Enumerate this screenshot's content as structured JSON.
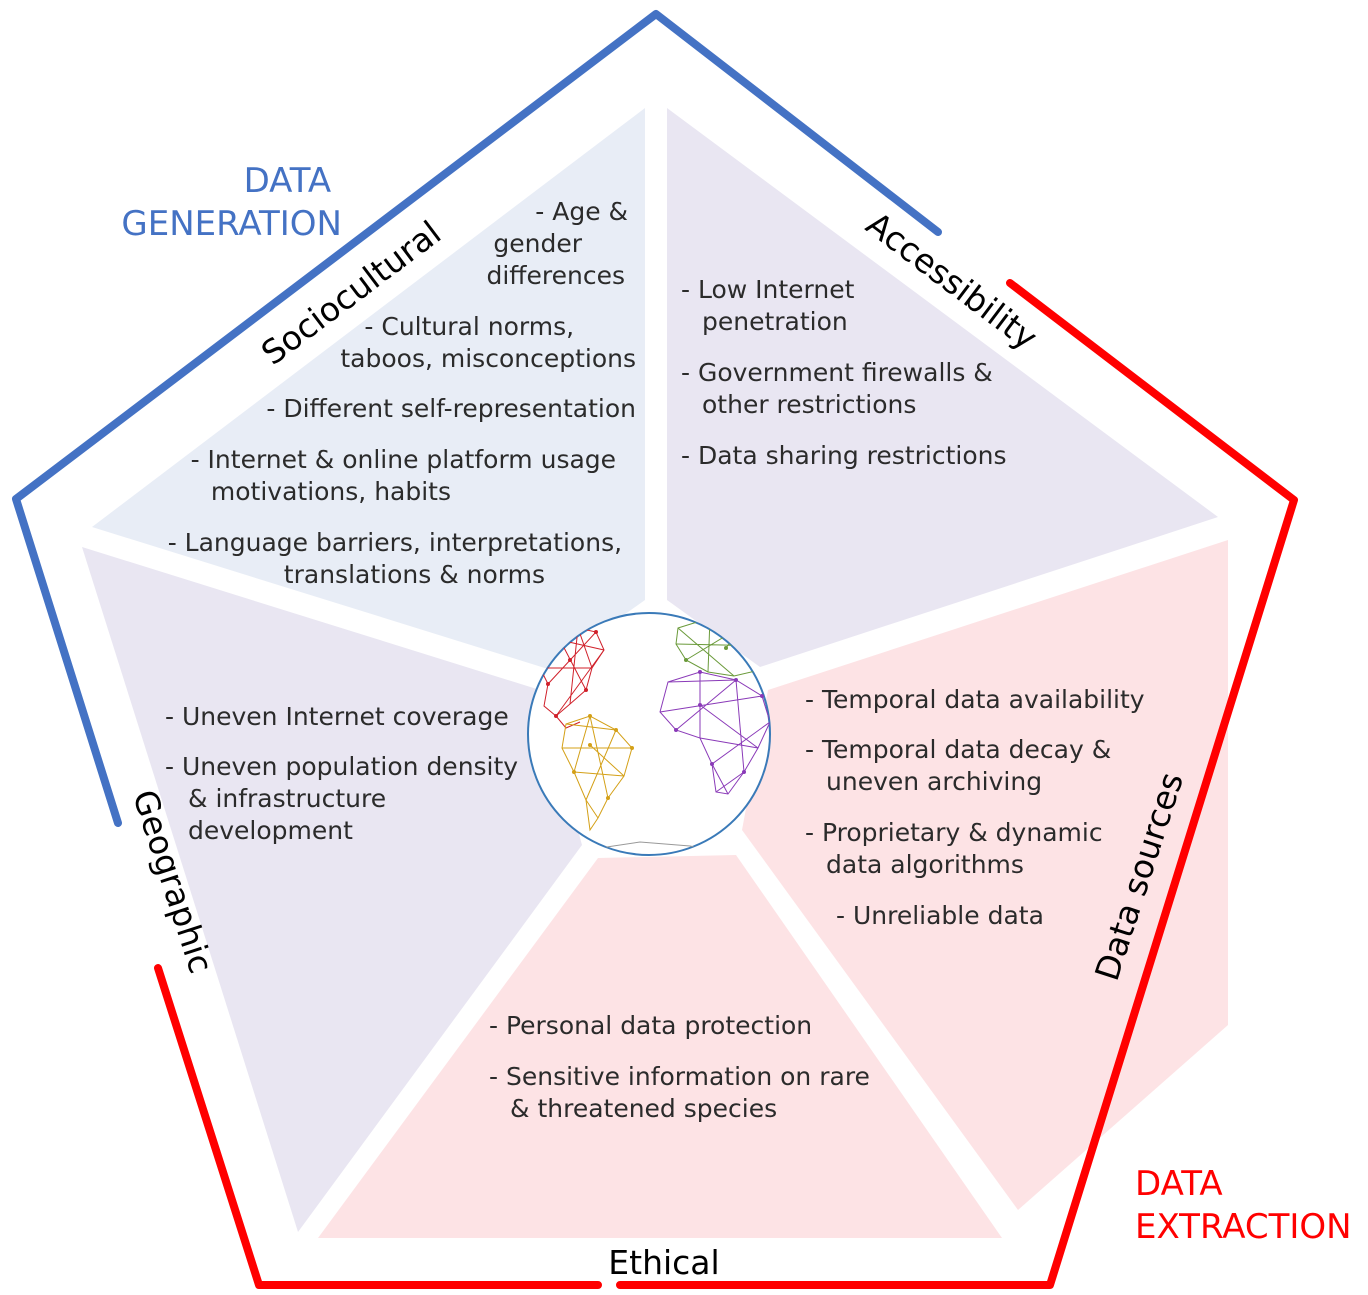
{
  "colors": {
    "generation": "#4472c4",
    "extraction": "#ff0000",
    "lavender": "#e9e6f2",
    "bluegrey": "#e8edf6",
    "pink": "#fde3e5"
  },
  "groups": {
    "generation": [
      "DATA",
      "GENERATION"
    ],
    "extraction": [
      "DATA",
      "EXTRACTION"
    ]
  },
  "sections": {
    "sociocultural": {
      "label": "Sociocultural",
      "items": [
        [
          "- Age &",
          "gender",
          "differences"
        ],
        [
          "- Cultural norms,",
          "taboos, misconceptions"
        ],
        [
          "- Different self-representation"
        ],
        [
          "- Internet & online platform usage",
          "motivations, habits"
        ],
        [
          "- Language barriers, interpretations,",
          "translations & norms"
        ]
      ]
    },
    "accessibility": {
      "label": "Accessibility",
      "items": [
        [
          "- Low Internet",
          "penetration"
        ],
        [
          "- Government firewalls &",
          "other restrictions"
        ],
        [
          "- Data sharing restrictions"
        ]
      ]
    },
    "geographic": {
      "label": "Geographic",
      "items": [
        [
          "- Uneven Internet coverage"
        ],
        [
          "- Uneven population density",
          "& infrastructure",
          "development"
        ]
      ]
    },
    "data_sources": {
      "label": "Data sources",
      "items": [
        [
          "- Temporal data availability"
        ],
        [
          "- Temporal data decay &",
          "uneven archiving"
        ],
        [
          "- Proprietary & dynamic",
          "data algorithms"
        ],
        [
          "- Unreliable data"
        ]
      ]
    },
    "ethical": {
      "label": "Ethical",
      "items": [
        [
          "- Personal data protection"
        ],
        [
          "- Sensitive information on rare",
          "& threatened species"
        ]
      ]
    }
  },
  "globe_icon": "globe-network-icon"
}
